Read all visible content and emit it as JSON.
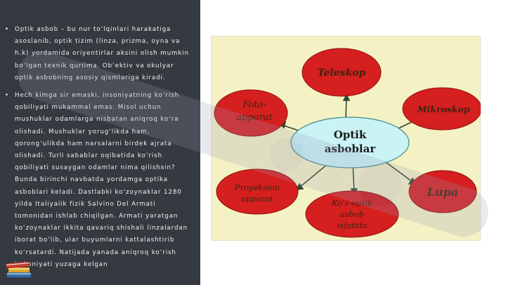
{
  "slide": {
    "paragraphs": [
      "Optik asbob – bu nur to‘lqinlari harakatiga asoslanib, optik tizim (linza, prizma, oyna va h.k) yordamida oriyentirlar aksini olish mumkin bo‘lgan texnik qurilma. Ob‘ektiv va okulyar optik asbobning asosiy qismlariga kiradi.",
      "Hech kimga sir emaski, insoniyatning ko‘rish qobiliyati mukammal emas. Misol uchun mushuklar odamlarga nisbatan aniqroq ko‘ra olishadi. Mushuklar yorug‘likda ham, qorong‘ulikda ham narsalarni birdek ajrata olishadi. Turli sabablar oqibatida ko‘rish qobiliyati susaygan odamlar nima qilishsin? Bunda birinchi navbatda yordamga optika asboblari keladi. Dastlabki ko‘zoynaklar 1280 yilda Italiyalik fizik Salvino Del Armati tomonidan ishlab chiqilgan. Armati yaratgan ko‘zoynaklar ikkita qavariq shishali linzalardan iborat bo‘lib, ular buyumlarni kattalashtirib ko‘rsatardi. Natijada yanada aniqroq ko‘rish imkoniyati yuzaga kelgan"
    ],
    "bullet_char": "•"
  },
  "diagram": {
    "center": {
      "line1": "Optik",
      "line2": "asboblar"
    },
    "nodes": {
      "teleskop": [
        "Teleskop"
      ],
      "foto": [
        "Foto-",
        "apparat"
      ],
      "mikroskop": [
        "Mikroskop"
      ],
      "proyeksion": [
        "Proyeksion",
        "apparat"
      ],
      "kozoptik": [
        "Ko‘z-optik",
        "asbob",
        "sifatida"
      ],
      "lupa": [
        "Lupa"
      ]
    },
    "colors": {
      "background": "#f4f2c4",
      "node_fill": "#d61f1f",
      "center_fill": "#c9f3f5",
      "text_dark": "#3a2410",
      "arrow": "#2f4a38"
    }
  }
}
